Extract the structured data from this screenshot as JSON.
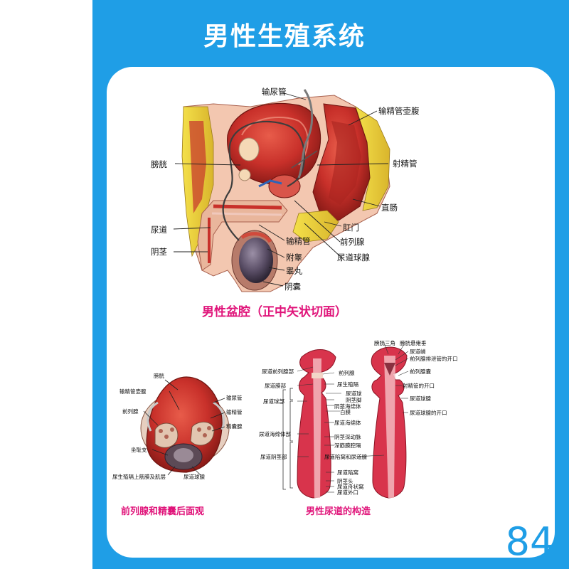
{
  "title": "男性生殖系统",
  "page_number": "84",
  "colors": {
    "blue": "#1f9ee6",
    "caption": "#e0147a"
  },
  "pelvis": {
    "caption": "男性盆腔（正中矢状切面）",
    "labels": {
      "ureter": "输尿管",
      "ampulla": "输精管壶腹",
      "bladder": "膀胱",
      "ejaculatory": "射精管",
      "rectum": "直肠",
      "urethra": "尿道",
      "anus": "肛门",
      "vas": "输精管",
      "prostate": "前列腺",
      "penis": "阴茎",
      "epididymis": "附睾",
      "bulbourethral": "尿道球腺",
      "testis": "睾丸",
      "scrotum": "阴囊"
    }
  },
  "prostate_view": {
    "caption": "前列腺和精囊后面观",
    "labels": {
      "bladder": "膀胱",
      "ampulla": "输精管壶腹",
      "ureter": "输尿管",
      "prostate": "前列腺",
      "vas": "输精管",
      "seminal": "精囊腺",
      "ischium": "坐耻支",
      "fascia": "尿生殖隔上筋膜及肌层",
      "bulbourethral": "尿道球腺"
    }
  },
  "urethra_view": {
    "caption": "男性尿道的构造",
    "labels": {
      "trigone": "膀胱三角",
      "uvula": "膀胱悬雍垂",
      "prostatic_part": "尿道前列腺部",
      "crest": "尿道嵴",
      "duct_openings": "前列腺排泄管的开口",
      "membranous": "尿道膜部",
      "prostate": "前列腺",
      "utricle": "前列腺囊",
      "diaphragm": "尿生殖隔",
      "ejac_opening": "射精管的开口",
      "bulbous_part": "尿道球部",
      "bulb": "尿道球",
      "crus": "阴茎脚",
      "cavernosum": "阴茎海绵体",
      "tunica": "白膜",
      "spongy_part": "尿道海绵体部",
      "bulb_gland": "尿道球腺",
      "bulb_gland_opening": "尿道球腺的开口",
      "spongiosum": "尿道海绵体",
      "deep_artery": "阴茎深动脉",
      "septum": "深筋膜腔隔",
      "penile_part": "尿道阴茎部",
      "lacunae": "尿道陷窝和尿道腺",
      "fossa": "尿道陷窝",
      "glans": "阴茎头",
      "navicular": "尿道舟状窝",
      "orifice": "尿道外口"
    }
  }
}
